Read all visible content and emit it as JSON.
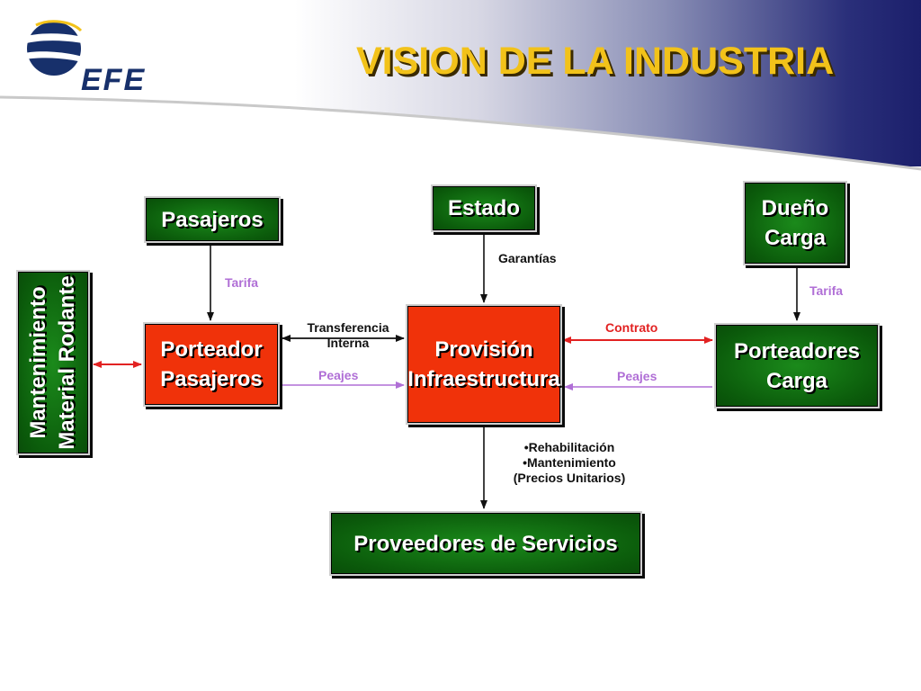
{
  "header": {
    "title": "VISION DE LA INDUSTRIA",
    "logo_text": "EFE"
  },
  "nodes": {
    "pasajeros": "Pasajeros",
    "estado": "Estado",
    "dueno_carga_line1": "Dueño",
    "dueno_carga_line2": "Carga",
    "mantenimiento_line1": "Mantenimiento",
    "mantenimiento_line2": "Material Rodante",
    "porteador_line1": "Porteador",
    "porteador_line2": "Pasajeros",
    "provision_line1": "Provisión",
    "provision_line2": "Infraestructura",
    "porteadores_carga_line1": "Porteadores",
    "porteadores_carga_line2": "Carga",
    "proveedores": "Proveedores de Servicios"
  },
  "edge_labels": {
    "tarifa_left": "Tarifa",
    "garantias": "Garantías",
    "tarifa_right": "Tarifa",
    "transferencia_line1": "Transferencia",
    "transferencia_line2": "Interna",
    "peajes_left": "Peajes",
    "contrato": "Contrato",
    "peajes_right": "Peajes",
    "servicios_line1": "•Rehabilitación",
    "servicios_line2": "•Mantenimiento",
    "servicios_line3": "(Precios Unitarios)"
  },
  "colors": {
    "title": "#f2c21a",
    "green_box": "#0b5b0b",
    "red_box": "#f0320a",
    "purple_flow": "#b06fd6",
    "red_flow": "#e22222",
    "black_flow": "#111111"
  }
}
